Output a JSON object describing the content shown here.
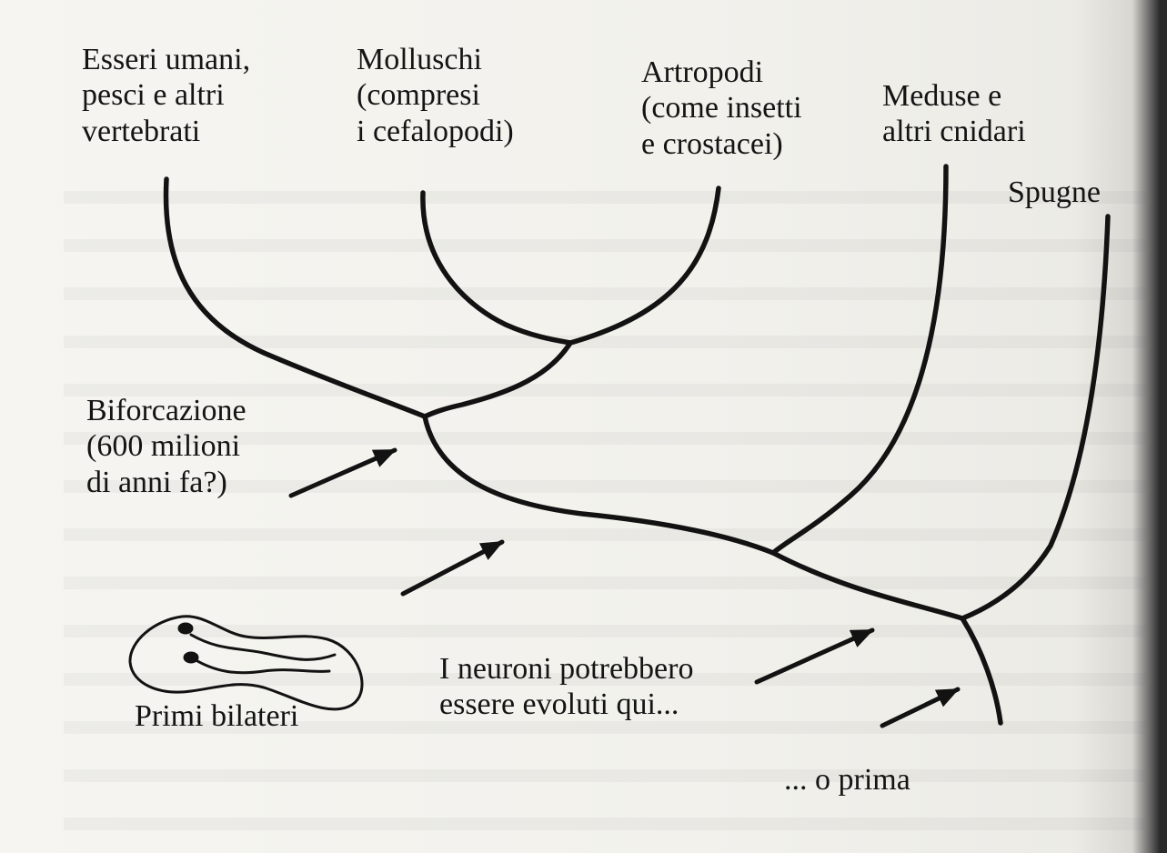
{
  "groups": {
    "vertebrates": "Esseri umani,\npesci e altri\nvertebrati",
    "molluscs": "Molluschi\n(compresi\ni cefalopodi)",
    "arthropods": "Artropodi\n(come insetti\ne crostacei)",
    "cnidarians": "Meduse e\naltri cnidari",
    "sponges": "Spugne"
  },
  "annotations": {
    "bifurcation": "Biforcazione\n(600 milioni\ndi anni fa?)",
    "first_bilaterians": "Primi bilateri",
    "neurons_here": "I neuroni potrebbero\nessere evoluti qui...",
    "or_before": "... o prima"
  }
}
